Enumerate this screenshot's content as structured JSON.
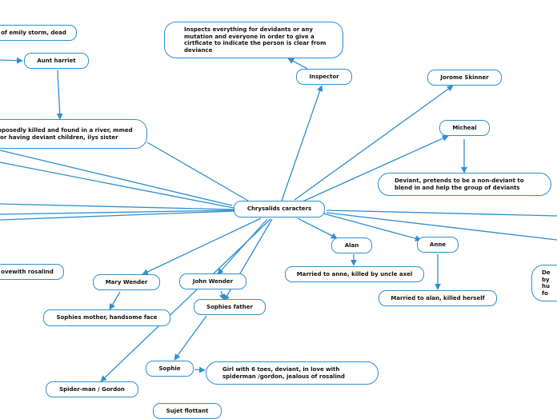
{
  "center": "Chrysalids caracters",
  "nodes": {
    "emily_storm": "of emily storm, dead",
    "aunt_harriet": "Aunt harriet",
    "harriet_note": "pposedly killed and found in a river, mmed for having deviant children, ilys sister",
    "inspector": "Inspector",
    "inspector_note": "Inspects everything for devidants or any mutation and everyone in order to give a cirtficate to indicate the person is clear from deviance",
    "jorome": "Jorome Skinner",
    "micheal": "Micheal",
    "micheal_note": "Deviant, pretends to be a non-deviant to blend in and help the group of deviants",
    "alan": "Alan",
    "alan_note": "Married to anne, killed by uncle axel",
    "anne": "Anne",
    "anne_note": "Married to alan, killed herself",
    "right_cut": "De by hu fo",
    "rosalind": "ovewith rosalind",
    "mary_wender": "Mary Wender",
    "mary_note": "Sophies mother, handsome face",
    "john_wender": "John Wender",
    "sophies_father": "Sophies father",
    "sophie": "Sophie",
    "sophie_note": "Girl with 6 toes, deviant, in love with spiderman /gordon, jealous of rosalind",
    "spiderman": "Spider-man / Gordon",
    "floating": "Sujet flottant"
  },
  "colors": {
    "line": "#2f8fd0",
    "border": "#2f8fd0",
    "text": "#111111",
    "background": "#ffffff"
  }
}
